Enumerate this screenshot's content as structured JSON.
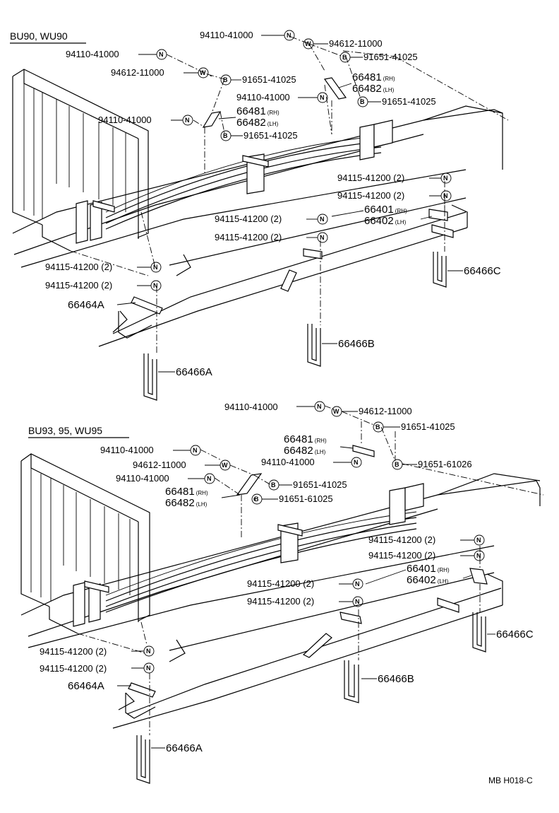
{
  "sections": [
    {
      "model": "BU90, WU90",
      "callouts": [
        {
          "part": "94110-41000",
          "sym": "N"
        },
        {
          "part": "94612-11000",
          "sym": "W"
        },
        {
          "part": "91651-41025",
          "sym": "B"
        },
        {
          "part": "94110-41000",
          "sym": "N"
        },
        {
          "part": "94612-11000",
          "sym": "W"
        },
        {
          "part": "91651-41025",
          "sym": "B"
        },
        {
          "part": "66481",
          "side": "RH"
        },
        {
          "part": "66482",
          "side": "LH"
        },
        {
          "part": "94110-41000",
          "sym": "N"
        },
        {
          "part": "91651-41025",
          "sym": "B"
        },
        {
          "part": "94110-41000",
          "sym": "N"
        },
        {
          "part": "66481",
          "side": "RH"
        },
        {
          "part": "66482",
          "side": "LH"
        },
        {
          "part": "91651-41025",
          "sym": "B"
        },
        {
          "part": "94115-41200",
          "qty": "(2)",
          "sym": "N"
        },
        {
          "part": "94115-41200",
          "qty": "(2)",
          "sym": "N"
        },
        {
          "part": "66401",
          "side": "RH"
        },
        {
          "part": "66402",
          "side": "LH"
        },
        {
          "part": "94115-41200",
          "qty": "(2)",
          "sym": "N"
        },
        {
          "part": "94115-41200",
          "qty": "(2)",
          "sym": "N"
        },
        {
          "part": "66466C"
        },
        {
          "part": "94115-41200",
          "qty": "(2)",
          "sym": "N"
        },
        {
          "part": "94115-41200",
          "qty": "(2)",
          "sym": "N"
        },
        {
          "part": "66464A"
        },
        {
          "part": "66466B"
        },
        {
          "part": "66466A"
        }
      ]
    },
    {
      "model": "BU93, 95, WU95",
      "callouts": [
        {
          "part": "94110-41000",
          "sym": "N"
        },
        {
          "part": "94612-11000",
          "sym": "W"
        },
        {
          "part": "91651-41025",
          "sym": "B"
        },
        {
          "part": "66481",
          "side": "RH"
        },
        {
          "part": "66482",
          "side": "LH"
        },
        {
          "part": "94110-41000",
          "sym": "N"
        },
        {
          "part": "94612-11000",
          "sym": "W"
        },
        {
          "part": "94110-41000",
          "sym": "N"
        },
        {
          "part": "91651-61026",
          "sym": "B"
        },
        {
          "part": "94110-41000",
          "sym": "N"
        },
        {
          "part": "91651-41025",
          "sym": "B"
        },
        {
          "part": "66481",
          "side": "RH"
        },
        {
          "part": "66482",
          "side": "LH"
        },
        {
          "part": "91651-61025",
          "sym": "B"
        },
        {
          "part": "94115-41200",
          "qty": "(2)",
          "sym": "N"
        },
        {
          "part": "94115-41200",
          "qty": "(2)",
          "sym": "N"
        },
        {
          "part": "66401",
          "side": "RH"
        },
        {
          "part": "66402",
          "side": "LH"
        },
        {
          "part": "94115-41200",
          "qty": "(2)",
          "sym": "N"
        },
        {
          "part": "94115-41200",
          "qty": "(2)",
          "sym": "N"
        },
        {
          "part": "66466C"
        },
        {
          "part": "94115-41200",
          "qty": "(2)",
          "sym": "N"
        },
        {
          "part": "94115-41200",
          "qty": "(2)",
          "sym": "N"
        },
        {
          "part": "66464A"
        },
        {
          "part": "66466B"
        },
        {
          "part": "66466A"
        }
      ]
    }
  ],
  "reference": "MB H018-C"
}
